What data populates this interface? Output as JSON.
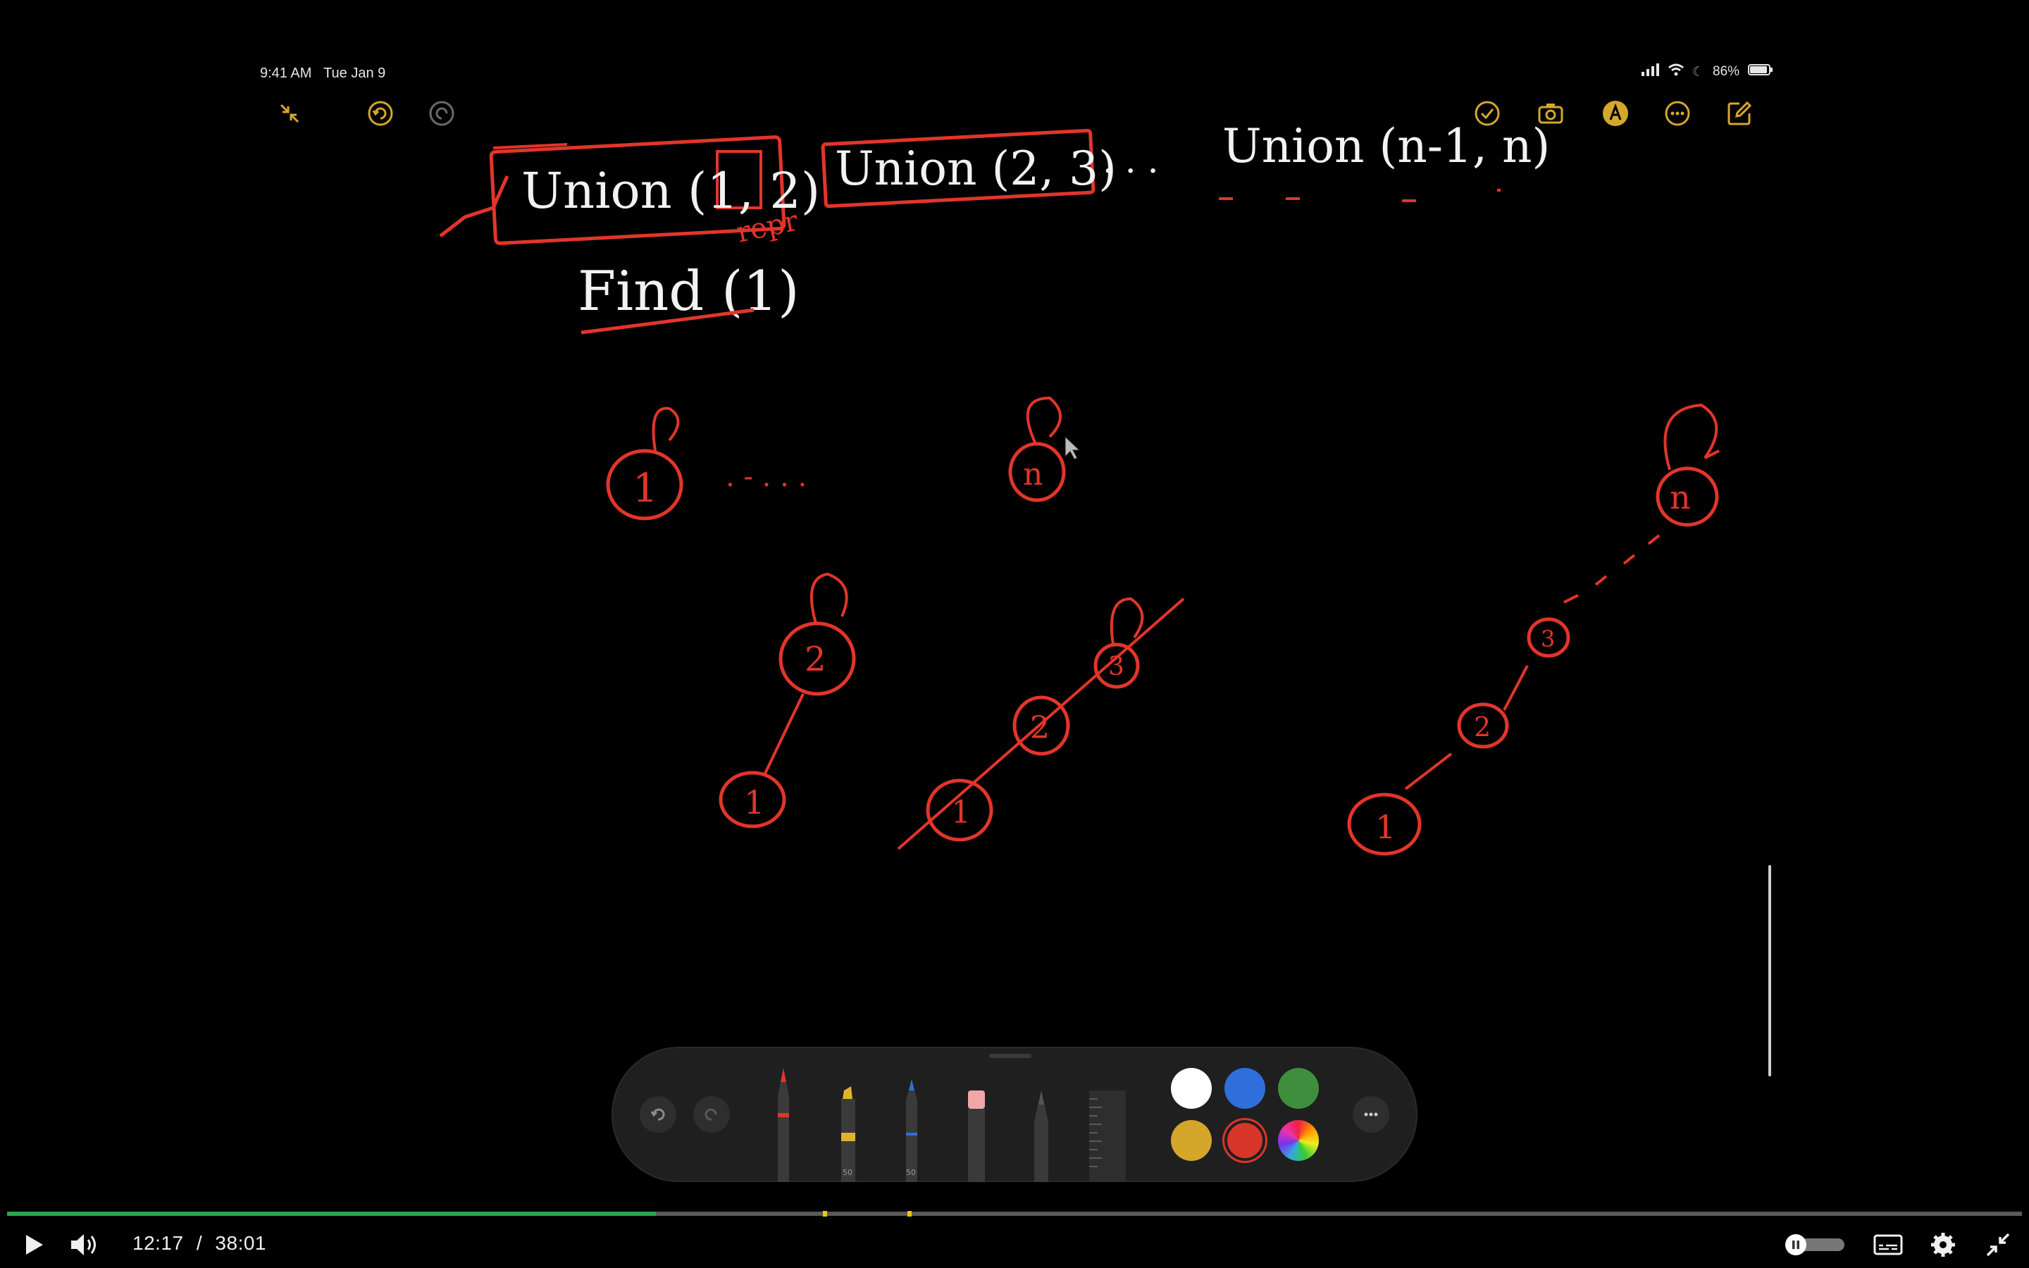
{
  "status_bar": {
    "time": "9:41 AM",
    "date": "Tue Jan 9",
    "battery": "86%"
  },
  "notes_toolbar": {
    "left_icons": [
      "collapse-icon",
      "undo-icon",
      "redo-icon"
    ],
    "right_icons": [
      "checklist-icon",
      "camera-icon",
      "markup-icon",
      "more-icon",
      "compose-icon"
    ],
    "accent_color": "#d4a82a"
  },
  "handwriting": {
    "union_1": "Union (1, 2)",
    "union_2": "Union (2, 3)",
    "ellipsis": ". . .",
    "union_n": "Union (n-1, n)",
    "find": "Find (1)",
    "annotation": "repr",
    "node_1": "1",
    "node_2": "2",
    "node_3": "3",
    "node_n": "n",
    "dots": ". - . . ."
  },
  "palette": {
    "colors": [
      "#ffffff",
      "#2f6fdb",
      "#3e8e3e",
      "#d4a62a",
      "#d8362a",
      "rainbow"
    ],
    "selected_color": "#d8362a",
    "tools": [
      "pen-tool",
      "marker-tool",
      "fineliner-tool",
      "eraser-tool",
      "pencil-tool",
      "ruler-tool"
    ],
    "pen_width_label_1": "50",
    "pen_width_label_2": "50"
  },
  "player": {
    "current_time": "12:17",
    "separator": "/",
    "duration": "38:01",
    "progress": 0.322,
    "buffered": 1.0,
    "chapter_marks": [
      0.405,
      0.447
    ],
    "progress_color": "#2ea44f"
  }
}
